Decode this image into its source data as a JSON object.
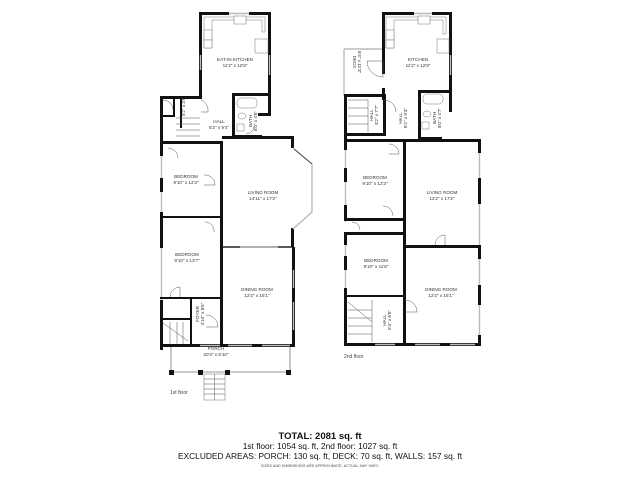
{
  "floors": [
    {
      "label": "1st floor",
      "rooms": [
        {
          "id": "eat-in-kitchen",
          "name": "EAT-IN KITCHEN",
          "dims": "11'2\" x 12'8\""
        },
        {
          "id": "hall",
          "name": "HALL",
          "dims": "6'2\" x 9'4\""
        },
        {
          "id": "closet",
          "name": "CLOSET",
          "dims": "5'2\" x 3'6\""
        },
        {
          "id": "bath",
          "name": "BATH",
          "dims": "8'0\" x 4'8\""
        },
        {
          "id": "bedroom-1",
          "name": "BEDROOM",
          "dims": "9'10\" x 12'3\""
        },
        {
          "id": "living-room",
          "name": "LIVING ROOM",
          "dims": "14'11\" x 17'2\""
        },
        {
          "id": "bedroom-2",
          "name": "BEDROOM",
          "dims": "9'10\" x 13'7\""
        },
        {
          "id": "dining-room",
          "name": "DINING ROOM",
          "dims": "12'2\" x 15'1\""
        },
        {
          "id": "foyer",
          "name": "FOYER",
          "dims": "4'10\" x 8'6\""
        },
        {
          "id": "porch",
          "name": "PORCH",
          "dims": "20'4\" x 5'10\""
        }
      ]
    },
    {
      "label": "2nd floor",
      "rooms": [
        {
          "id": "deck",
          "name": "DECK",
          "dims": "6'4\" x 11'3\""
        },
        {
          "id": "kitchen",
          "name": "KITCHEN",
          "dims": "11'2\" x 12'8\""
        },
        {
          "id": "hall-a",
          "name": "HALL",
          "dims": "3'2\" x 7'7\""
        },
        {
          "id": "hall-b",
          "name": "HALL",
          "dims": "6'2\" x 9'3\""
        },
        {
          "id": "bath",
          "name": "BATH",
          "dims": "8'0\" x 4'7\""
        },
        {
          "id": "bedroom-1",
          "name": "BEDROOM",
          "dims": "9'10\" x 12'3\""
        },
        {
          "id": "living-room",
          "name": "LIVING ROOM",
          "dims": "12'2\" x 17'2\""
        },
        {
          "id": "bedroom-2",
          "name": "BEDROOM",
          "dims": "9'10\" x 11'8\""
        },
        {
          "id": "dining-room",
          "name": "DINING ROOM",
          "dims": "12'2\" x 15'1\""
        },
        {
          "id": "hall-c",
          "name": "HALL",
          "dims": "5'3\" x 6'6\""
        }
      ]
    }
  ],
  "summary": {
    "total": "TOTAL: 2081 sq. ft",
    "floors": "1st floor: 1054 sq. ft, 2nd floor: 1027 sq. ft",
    "excluded": "EXCLUDED AREAS: PORCH: 130 sq. ft, DECK: 70 sq. ft, WALLS: 157 sq. ft",
    "disclaimer": "SIZES AND DIMENSIONS ARE APPROXIMATE, ACTUAL MAY VARY."
  }
}
